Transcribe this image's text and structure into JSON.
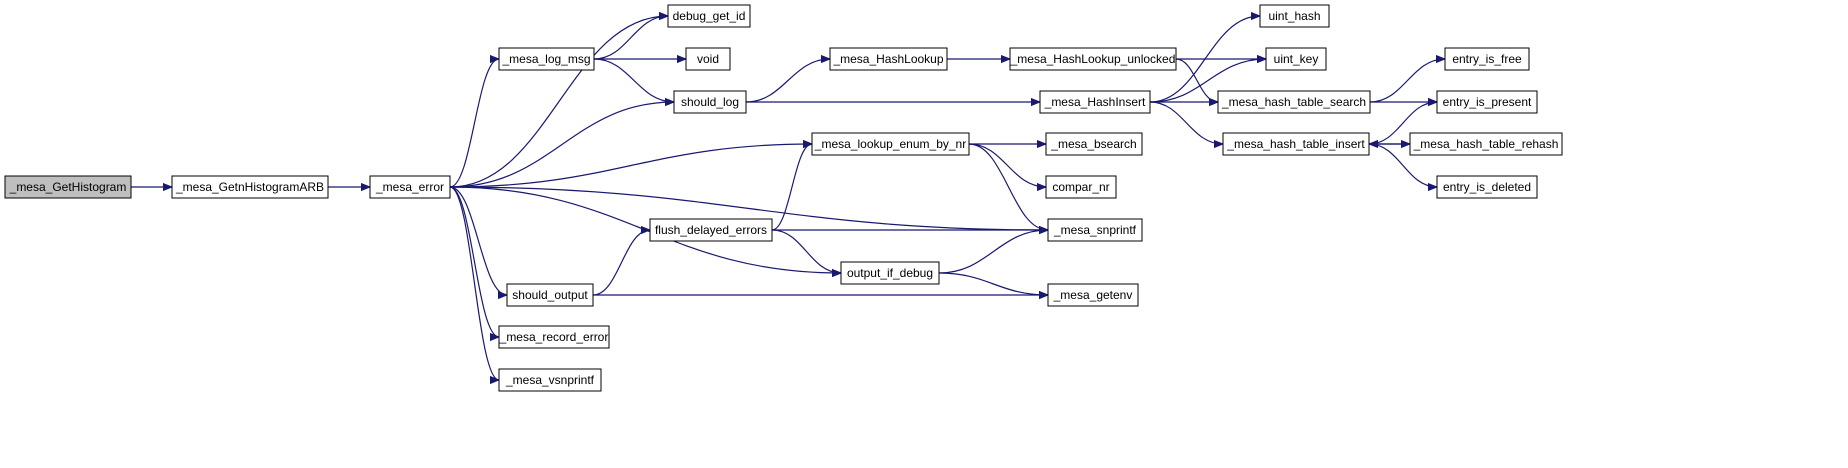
{
  "nodes": [
    {
      "id": "n0",
      "label": "_mesa_GetHistogram",
      "root": true
    },
    {
      "id": "n1",
      "label": "_mesa_GetnHistogramARB"
    },
    {
      "id": "n2",
      "label": "_mesa_error"
    },
    {
      "id": "n3",
      "label": "debug_get_id"
    },
    {
      "id": "n4",
      "label": "_mesa_log_msg"
    },
    {
      "id": "n5",
      "label": "void"
    },
    {
      "id": "n6",
      "label": "should_log"
    },
    {
      "id": "n7",
      "label": "_mesa_HashLookup"
    },
    {
      "id": "n8",
      "label": "_mesa_HashLookup_unlocked"
    },
    {
      "id": "n9",
      "label": "uint_hash"
    },
    {
      "id": "n10",
      "label": "uint_key"
    },
    {
      "id": "n11",
      "label": "_mesa_HashInsert"
    },
    {
      "id": "n12",
      "label": "_mesa_hash_table_search"
    },
    {
      "id": "n13",
      "label": "entry_is_free"
    },
    {
      "id": "n14",
      "label": "entry_is_present"
    },
    {
      "id": "n15",
      "label": "_mesa_hash_table_insert"
    },
    {
      "id": "n16",
      "label": "_mesa_hash_table_rehash"
    },
    {
      "id": "n17",
      "label": "entry_is_deleted"
    },
    {
      "id": "n18",
      "label": "_mesa_lookup_enum_by_nr"
    },
    {
      "id": "n19",
      "label": "_mesa_bsearch"
    },
    {
      "id": "n20",
      "label": "compar_nr"
    },
    {
      "id": "n21",
      "label": "flush_delayed_errors"
    },
    {
      "id": "n22",
      "label": "_mesa_snprintf"
    },
    {
      "id": "n23",
      "label": "output_if_debug"
    },
    {
      "id": "n24",
      "label": "should_output"
    },
    {
      "id": "n25",
      "label": "_mesa_getenv"
    },
    {
      "id": "n26",
      "label": "_mesa_record_error"
    },
    {
      "id": "n27",
      "label": "_mesa_vsnprintf"
    }
  ],
  "edges": [
    {
      "from": "n0",
      "to": "n1"
    },
    {
      "from": "n1",
      "to": "n2"
    },
    {
      "from": "n2",
      "to": "n3"
    },
    {
      "from": "n2",
      "to": "n4"
    },
    {
      "from": "n2",
      "to": "n6"
    },
    {
      "from": "n2",
      "to": "n18"
    },
    {
      "from": "n2",
      "to": "n22"
    },
    {
      "from": "n2",
      "to": "n23"
    },
    {
      "from": "n2",
      "to": "n24"
    },
    {
      "from": "n2",
      "to": "n26"
    },
    {
      "from": "n2",
      "to": "n27"
    },
    {
      "from": "n4",
      "to": "n3"
    },
    {
      "from": "n4",
      "to": "n5"
    },
    {
      "from": "n4",
      "to": "n6"
    },
    {
      "from": "n6",
      "to": "n7"
    },
    {
      "from": "n6",
      "to": "n11"
    },
    {
      "from": "n7",
      "to": "n8"
    },
    {
      "from": "n8",
      "to": "n10"
    },
    {
      "from": "n8",
      "to": "n12"
    },
    {
      "from": "n11",
      "to": "n9"
    },
    {
      "from": "n11",
      "to": "n10"
    },
    {
      "from": "n11",
      "to": "n12"
    },
    {
      "from": "n11",
      "to": "n15"
    },
    {
      "from": "n12",
      "to": "n13"
    },
    {
      "from": "n12",
      "to": "n14"
    },
    {
      "from": "n15",
      "to": "n14"
    },
    {
      "from": "n15",
      "to": "n16"
    },
    {
      "from": "n15",
      "to": "n17"
    },
    {
      "from": "n16",
      "to": "n15"
    },
    {
      "from": "n18",
      "to": "n19"
    },
    {
      "from": "n18",
      "to": "n20"
    },
    {
      "from": "n18",
      "to": "n22"
    },
    {
      "from": "n21",
      "to": "n18"
    },
    {
      "from": "n21",
      "to": "n22"
    },
    {
      "from": "n21",
      "to": "n23"
    },
    {
      "from": "n23",
      "to": "n22"
    },
    {
      "from": "n23",
      "to": "n25"
    },
    {
      "from": "n24",
      "to": "n21"
    },
    {
      "from": "n24",
      "to": "n25"
    }
  ],
  "colors": {
    "edge": "#191970",
    "root_fill": "#bfbfbf",
    "node_fill": "#ffffff",
    "border": "#000000"
  }
}
